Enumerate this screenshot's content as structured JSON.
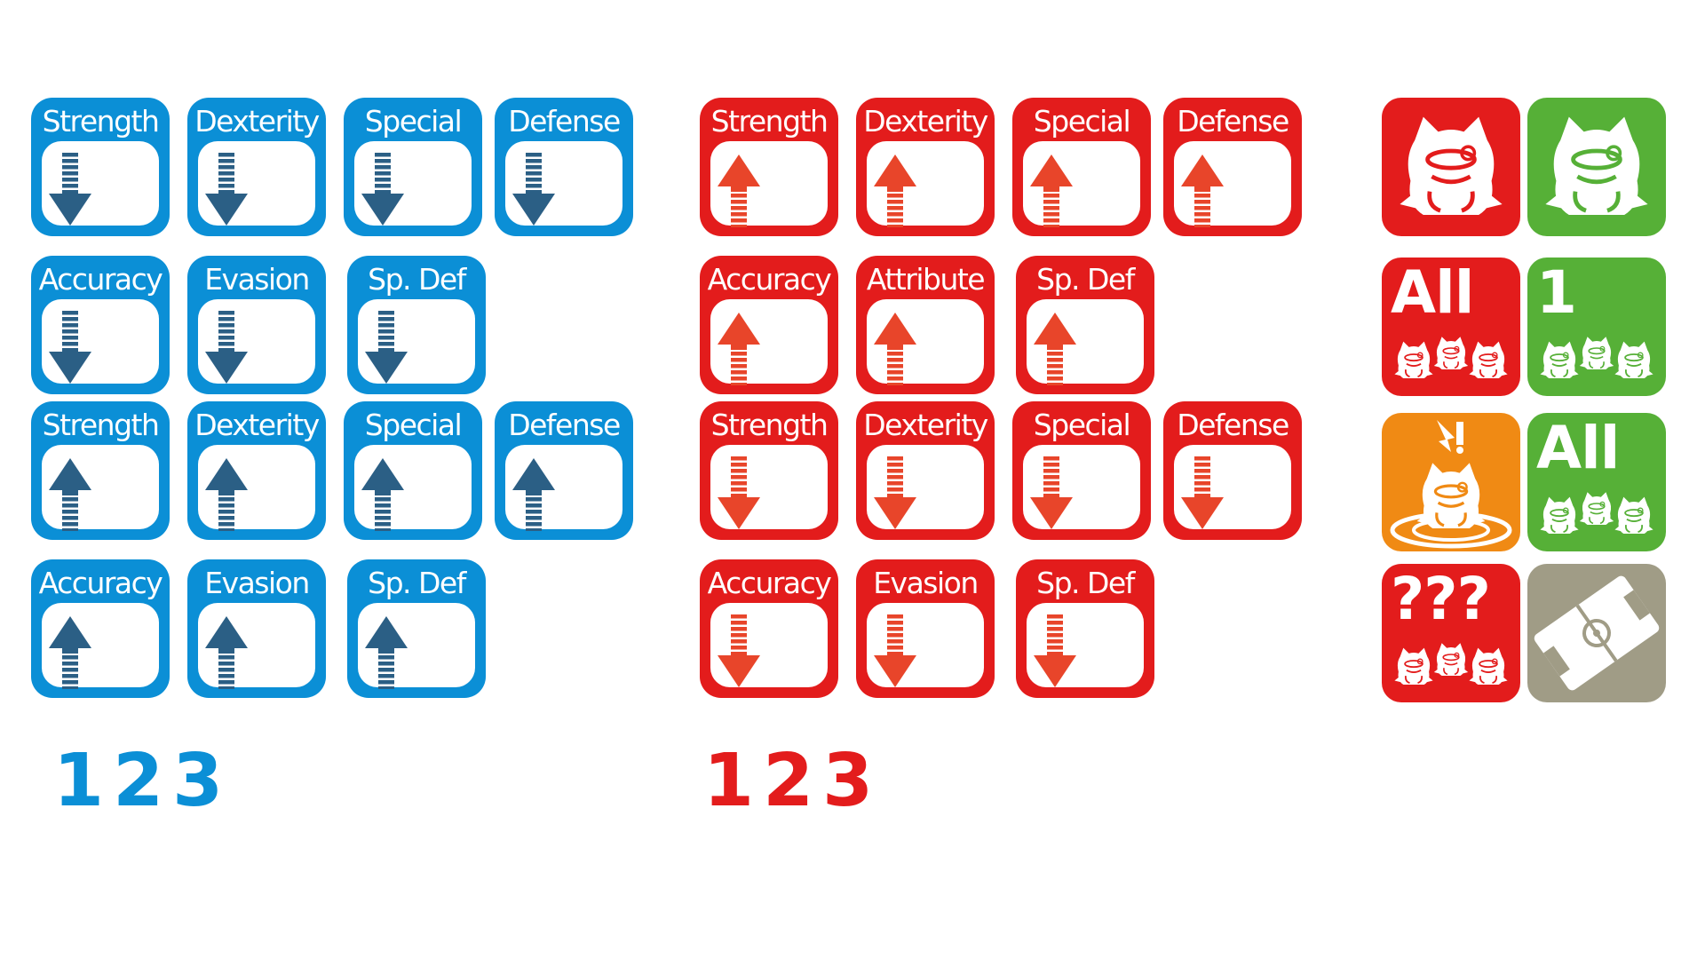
{
  "colors": {
    "blue": "#0b8fd6",
    "blue_arrow": "#2b5f85",
    "red": "#e31c1c",
    "red_arrow": "#e8452a",
    "green": "#56b037",
    "orange": "#f08a14",
    "gray": "#a09c86",
    "white": "#ffffff"
  },
  "blue_panel": {
    "rows": [
      {
        "direction": "down",
        "tiles": [
          "Strength",
          "Dexterity",
          "Special",
          "Defense"
        ]
      },
      {
        "direction": "down",
        "tiles": [
          "Accuracy",
          "Evasion",
          "Sp. Def"
        ]
      },
      {
        "direction": "up",
        "tiles": [
          "Strength",
          "Dexterity",
          "Special",
          "Defense"
        ]
      },
      {
        "direction": "up",
        "tiles": [
          "Accuracy",
          "Evasion",
          "Sp. Def"
        ]
      }
    ],
    "numbers": [
      "1",
      "2",
      "3"
    ]
  },
  "red_panel": {
    "rows": [
      {
        "direction": "up",
        "tiles": [
          "Strength",
          "Dexterity",
          "Special",
          "Defense"
        ]
      },
      {
        "direction": "up",
        "tiles": [
          "Accuracy",
          "Attribute",
          "Sp. Def"
        ]
      },
      {
        "direction": "down",
        "tiles": [
          "Strength",
          "Dexterity",
          "Special",
          "Defense"
        ]
      },
      {
        "direction": "down",
        "tiles": [
          "Accuracy",
          "Evasion",
          "Sp. Def"
        ]
      }
    ],
    "numbers": [
      "1",
      "2",
      "3"
    ]
  },
  "target_icons": [
    {
      "color": "red",
      "text": "",
      "icon": "single-frog-icon"
    },
    {
      "color": "green",
      "text": "",
      "icon": "single-frog-icon"
    },
    {
      "color": "red",
      "text": "All",
      "icon": "frog-group-icon"
    },
    {
      "color": "green",
      "text": "1",
      "icon": "frog-group-icon"
    },
    {
      "color": "orange",
      "text": "",
      "icon": "stunned-frog-icon"
    },
    {
      "color": "green",
      "text": "All",
      "icon": "frog-group-icon"
    },
    {
      "color": "red",
      "text": "???",
      "icon": "frog-group-icon"
    },
    {
      "color": "gray",
      "text": "",
      "icon": "field-icon"
    }
  ]
}
